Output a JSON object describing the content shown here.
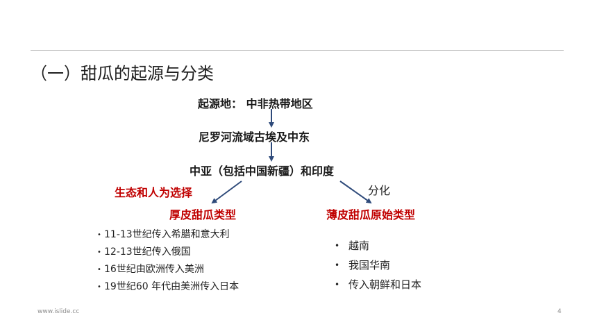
{
  "title": "（一）甜瓜的起源与分类",
  "chain": {
    "origin": "起源地： 中非热带地区",
    "nile": "尼罗河流域古埃及中东",
    "central": "中亚（包括中国新疆）和印度"
  },
  "branches": {
    "left_note": "生态和人为选择",
    "right_note": "分化",
    "left_type": "厚皮甜瓜类型",
    "right_type": "薄皮甜瓜原始类型"
  },
  "left_items": [
    "11-13世纪传入希腊和意大利",
    "12-13世纪传入俄国",
    "16世纪由欧洲传入美洲",
    "19世纪60 年代由美洲传入日本"
  ],
  "right_items": [
    "越南",
    "我国华南",
    "传入朝鲜和日本"
  ],
  "footer": {
    "website": "www.islide.cc",
    "page": "4"
  },
  "colors": {
    "arrow": "#2e4a7a",
    "highlight": "#c00000",
    "rule": "#bfbfbf"
  }
}
